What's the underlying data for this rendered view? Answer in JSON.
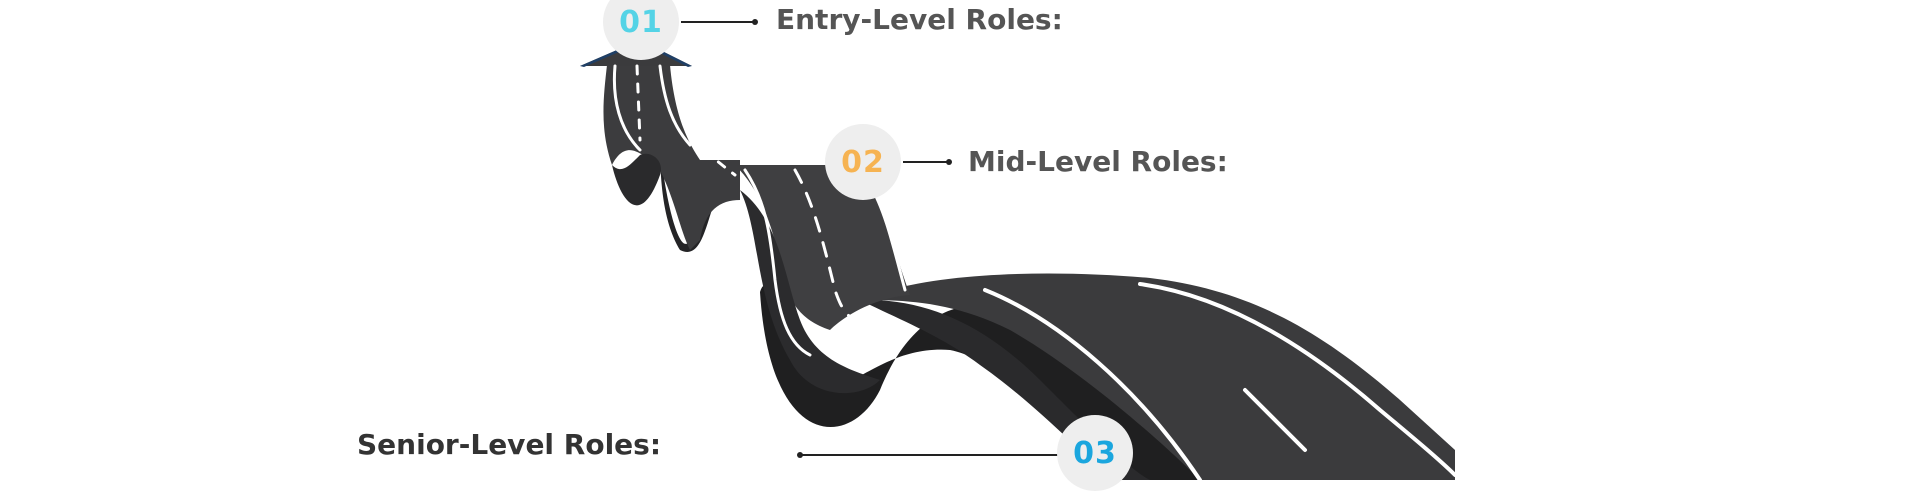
{
  "steps": [
    {
      "number": "01",
      "label": "Entry-Level Roles:",
      "number_color": "#54d3e6",
      "label_color": "#555555"
    },
    {
      "number": "02",
      "label": "Mid-Level Roles:",
      "number_color": "#f6b352",
      "label_color": "#555555"
    },
    {
      "number": "03",
      "label": "Senior-Level Roles:",
      "number_color": "#1ba6de",
      "label_color": "#333333"
    }
  ],
  "road": {
    "surface_color": "#3b3b3d",
    "shadow_color": "#1f1f20",
    "marking_color": "#ffffff",
    "arrow_tip_color": "#1f3f66"
  }
}
